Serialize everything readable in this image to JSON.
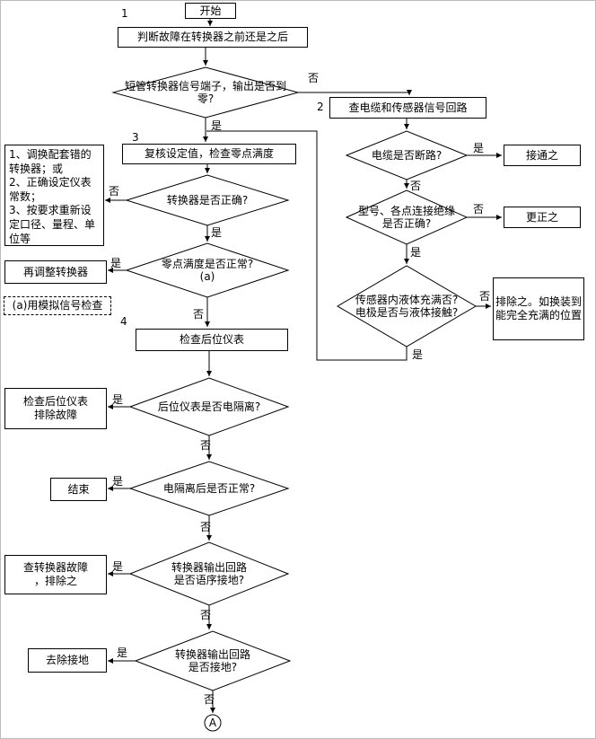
{
  "labels": {
    "yes": "是",
    "no": "否"
  },
  "steps": {
    "s1": "1",
    "s2": "2",
    "s3": "3",
    "s4": "4"
  },
  "nodes": {
    "start": "开始",
    "judge": "判断故障在转换器之前还是之后",
    "d1": "短管转换器信号端子，输出是否到零?",
    "check_cable": "查电缆和传感器信号回路",
    "d2": "电缆是否断路?",
    "connect_it": "接通之",
    "d3": "型号、各点连接绝缘是否正确?",
    "correct_it": "更正之",
    "d4": "传感器内液体充满否?电极是否与液体接触?",
    "eliminate_it": "排除之。如换装到能完全充满的位置",
    "recheck": "复核设定值，检查零点满度",
    "remedy_list": "1、调换配套错的转换器；或\n2、正确设定仪表常数；\n3、按要求重新设定口径、量程、单位等",
    "d5": "转换器是否正确?",
    "readjust": "再调整转换器",
    "d6": "零点满度是否正常?\n(a)",
    "note_a": "(a)用模拟信号检查",
    "check_rear_inst": "检查后位仪表",
    "d7": "后位仪表是否电隔离?",
    "check_rear_fix": "检查后位仪表\n排除故障",
    "d8": "电隔离后是否正常?",
    "end": "结束",
    "d9": "转换器输出回路\n是否语序接地?",
    "find_fault": "查转换器故障\n，排除之",
    "d10": "转换器输出回路\n是否接地?",
    "remove_ground": "去除接地",
    "connector_a": "A"
  }
}
